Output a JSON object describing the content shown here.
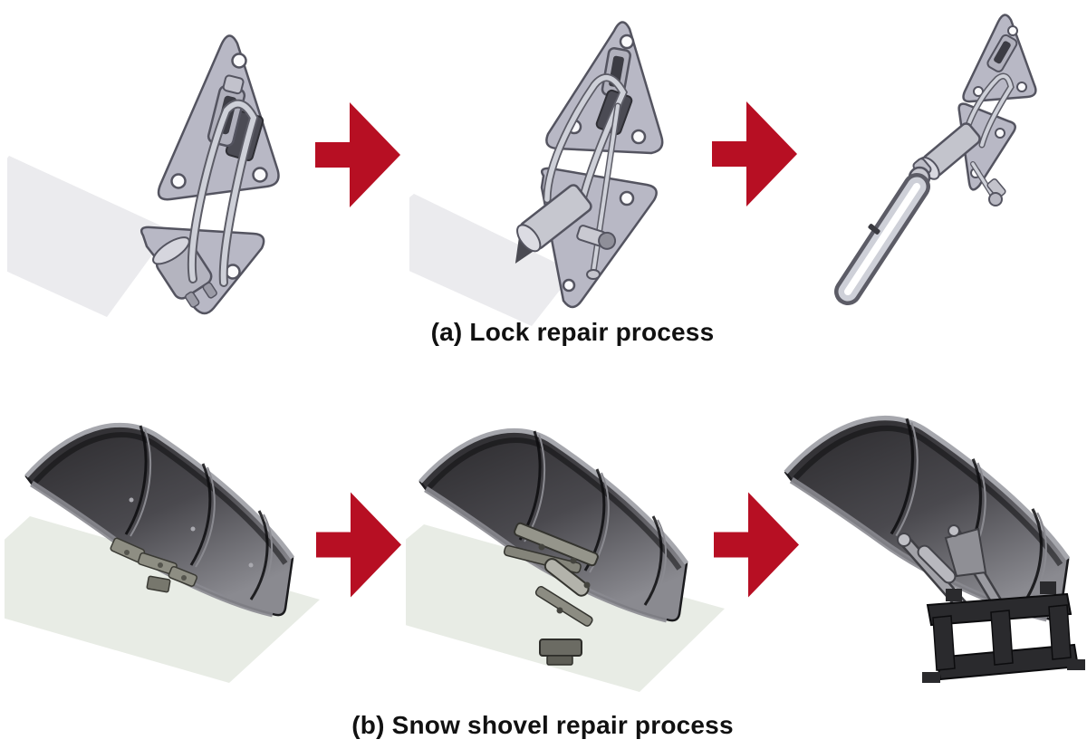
{
  "figure": {
    "background_color": "#ffffff",
    "arrow_color": "#b70f23",
    "arrow_icon": "right-block-arrow-icon",
    "palette": {
      "plate_fill": "#b8b8c5",
      "plate_stroke": "#545460",
      "metal_light": "#ced0d8",
      "metal_outline": "#5c5c66",
      "blade_dark": "#2a292c",
      "blade_mid": "#4a494e",
      "blade_light": "#8a8a90",
      "rim_light": "#a6a7ad",
      "hardware": "#8e8e83",
      "frame_dark": "#2a2a2d",
      "ground_gray": "#ebebee",
      "ground_green": "#e8ece5",
      "caption_color": "#111111"
    },
    "rows": [
      {
        "caption": "(a) Lock repair process",
        "stage_names": [
          "damaged-lock-latch",
          "lock-with-replacement-cylinder",
          "repaired-lock-with-handle-loop"
        ]
      },
      {
        "caption": "(b) Snow shovel repair process",
        "stage_names": [
          "damaged-snow-shovel-blade",
          "snow-shovel-with-partial-linkage",
          "repaired-snow-shovel-with-mount-frame"
        ]
      }
    ]
  }
}
